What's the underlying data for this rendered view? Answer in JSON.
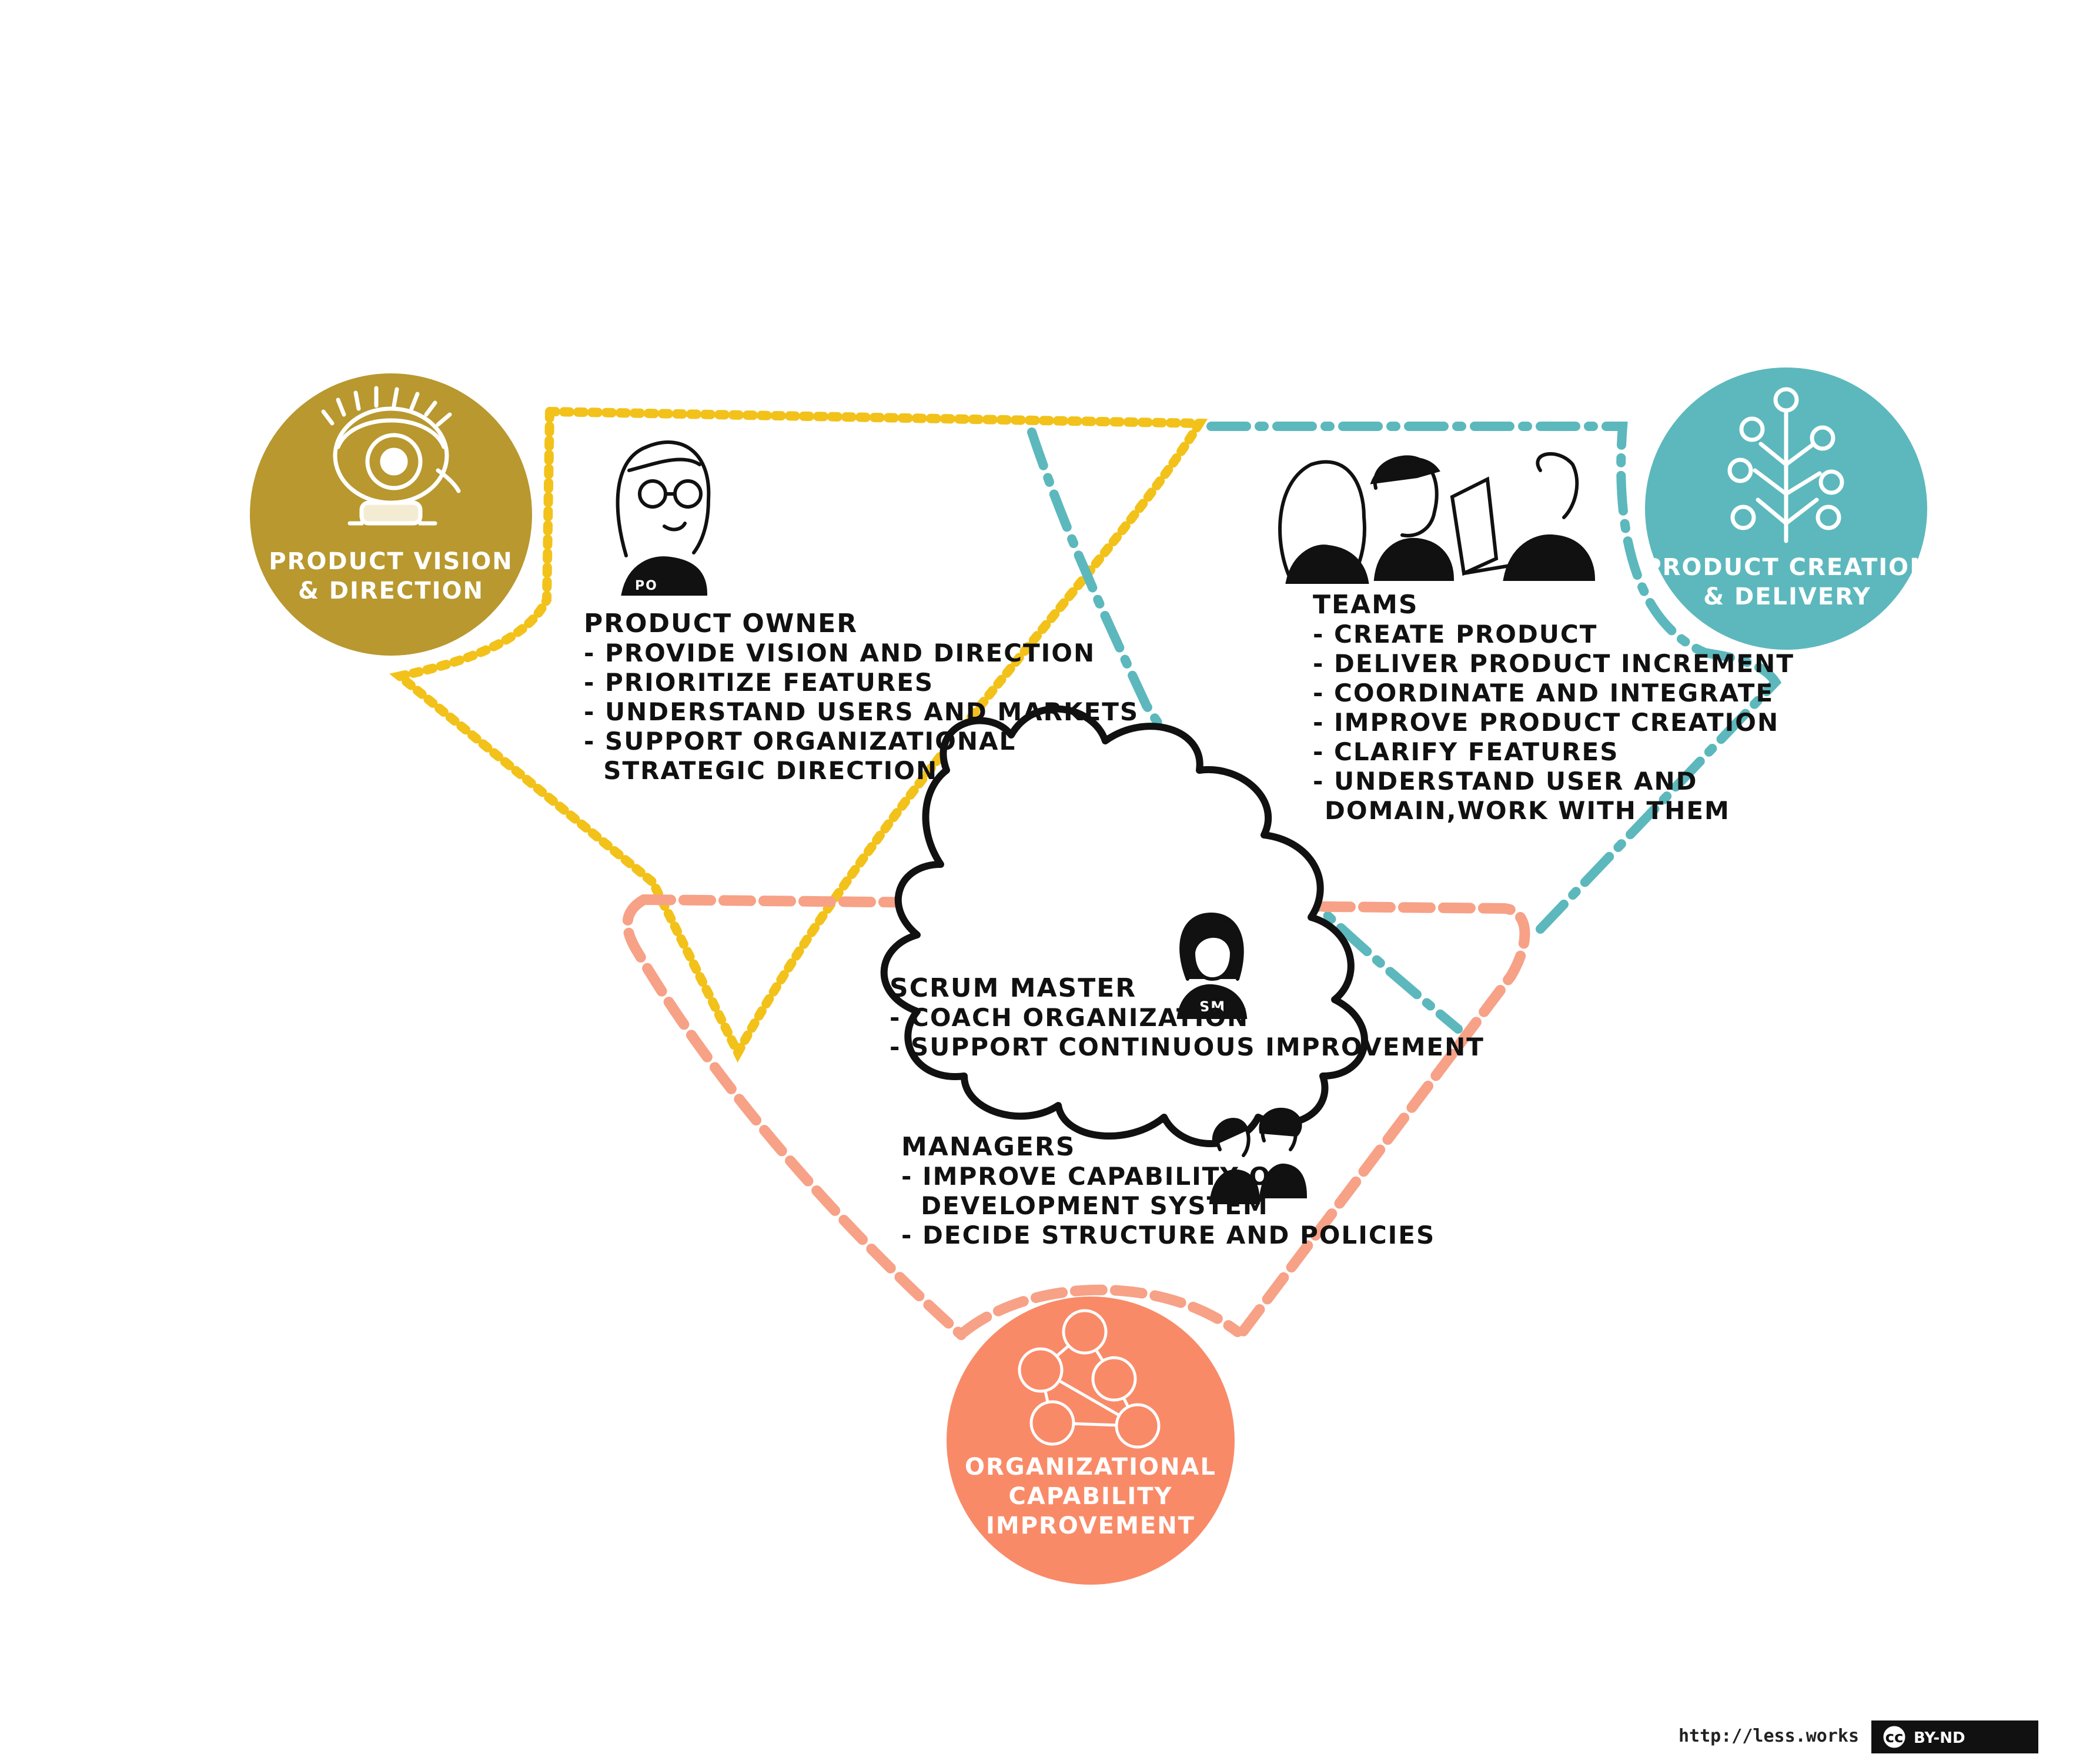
{
  "colors": {
    "vision": "#b8982f",
    "creation": "#5cb8bd",
    "capability": "#f98a68",
    "yellow_outline": "#f2c21b",
    "teal_outline": "#5cb8bd",
    "salmon_outline": "#f7a187",
    "ink": "#111111"
  },
  "circles": {
    "vision": {
      "line1": "PRODUCT VISION",
      "line2": "& DIRECTION",
      "icon": "eye-figure-icon"
    },
    "creation": {
      "line1": "PRODUCT CREATION",
      "line2": "& DELIVERY",
      "icon": "apple-tree-icon"
    },
    "capability": {
      "line1": "ORGANIZATIONAL",
      "line2": "CAPABILITY",
      "line3": "IMPROVEMENT",
      "icon": "people-network-icon"
    }
  },
  "roles": {
    "product_owner": {
      "title": "PRODUCT OWNER",
      "badge": "PO",
      "items": [
        "- PROVIDE VISION AND DIRECTION",
        "- PRIORITIZE FEATURES",
        "- UNDERSTAND USERS AND MARKETS",
        "- SUPPORT ORGANIZATIONAL",
        "  STRATEGIC DIRECTION"
      ]
    },
    "teams": {
      "title": "TEAMS",
      "items": [
        "- CREATE PRODUCT",
        "- DELIVER PRODUCT INCREMENT",
        "- COORDINATE AND INTEGRATE",
        "- IMPROVE PRODUCT CREATION",
        "- CLARIFY FEATURES",
        "- UNDERSTAND USER AND",
        "DOMAIN,WORK WITH THEM"
      ]
    },
    "scrum_master": {
      "title": "SCRUM MASTER",
      "badge": "SM",
      "items": [
        "- COACH ORGANIZATION",
        "- SUPPORT CONTINUOUS IMPROVEMENT"
      ]
    },
    "managers": {
      "title": "MANAGERS",
      "items": [
        "- IMPROVE CAPABILITY OF",
        "  DEVELOPMENT SYSTEM",
        "- DECIDE STRUCTURE AND POLICIES"
      ]
    }
  },
  "footer": {
    "url": "http://less.works",
    "cc_symbol": "cc",
    "license": "BY-ND"
  }
}
